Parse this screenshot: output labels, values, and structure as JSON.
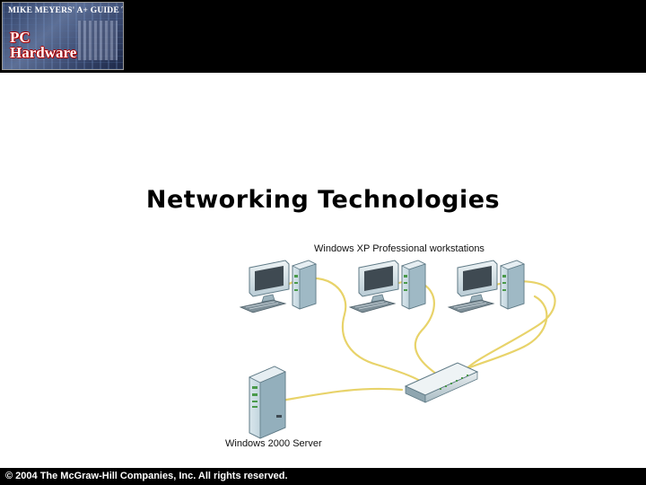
{
  "header": {
    "logo_tagline": "MIKE MEYERS' A+ GUIDE TO",
    "logo_title": "PC\nHardware"
  },
  "slide": {
    "title": "Networking Technologies"
  },
  "diagram": {
    "workstations_label": "Windows XP Professional workstations",
    "server_label": "Windows 2000 Server",
    "cable_color": "#e8d36a",
    "nodes": [
      "workstation-1",
      "workstation-2",
      "workstation-3",
      "server",
      "hub"
    ],
    "links": [
      [
        "workstation-1",
        "hub"
      ],
      [
        "workstation-2",
        "hub"
      ],
      [
        "workstation-3",
        "hub"
      ],
      [
        "server",
        "hub"
      ]
    ]
  },
  "footer": {
    "copyright": "© 2004 The McGraw-Hill Companies, Inc. All rights reserved."
  }
}
